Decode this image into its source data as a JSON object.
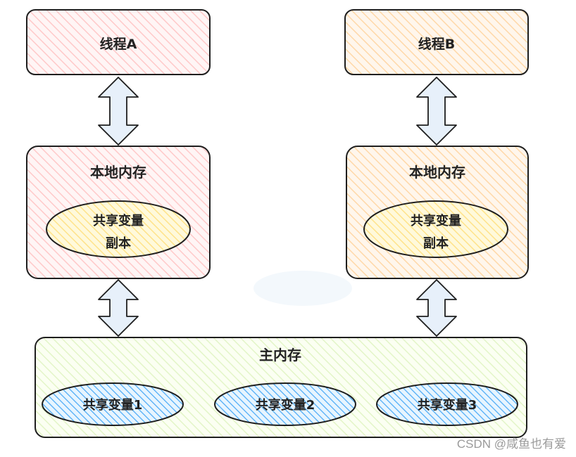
{
  "colors": {
    "stroke": "#1e1e1e",
    "pink_fill": "#ffc9c9",
    "orange_fill": "#ffd8a8",
    "green_fill": "#d8f5a2",
    "yellow_fill": "#ffec99",
    "blue_fill": "#a5d8ff",
    "blue_hatch": "#339af0",
    "arrow_fill": "#e7f0fa"
  },
  "diagram": {
    "thread_a": {
      "title": "线程A"
    },
    "thread_b": {
      "title": "线程B"
    },
    "local_a": {
      "title": "本地内存",
      "copy_line1": "共享变量",
      "copy_line2": "副本"
    },
    "local_b": {
      "title": "本地内存",
      "copy_line1": "共享变量",
      "copy_line2": "副本"
    },
    "main_memory": {
      "title": "主内存",
      "vars": [
        "共享变量1",
        "共享变量2",
        "共享变量3"
      ]
    }
  },
  "watermark": "CSDN @咸鱼也有爱"
}
